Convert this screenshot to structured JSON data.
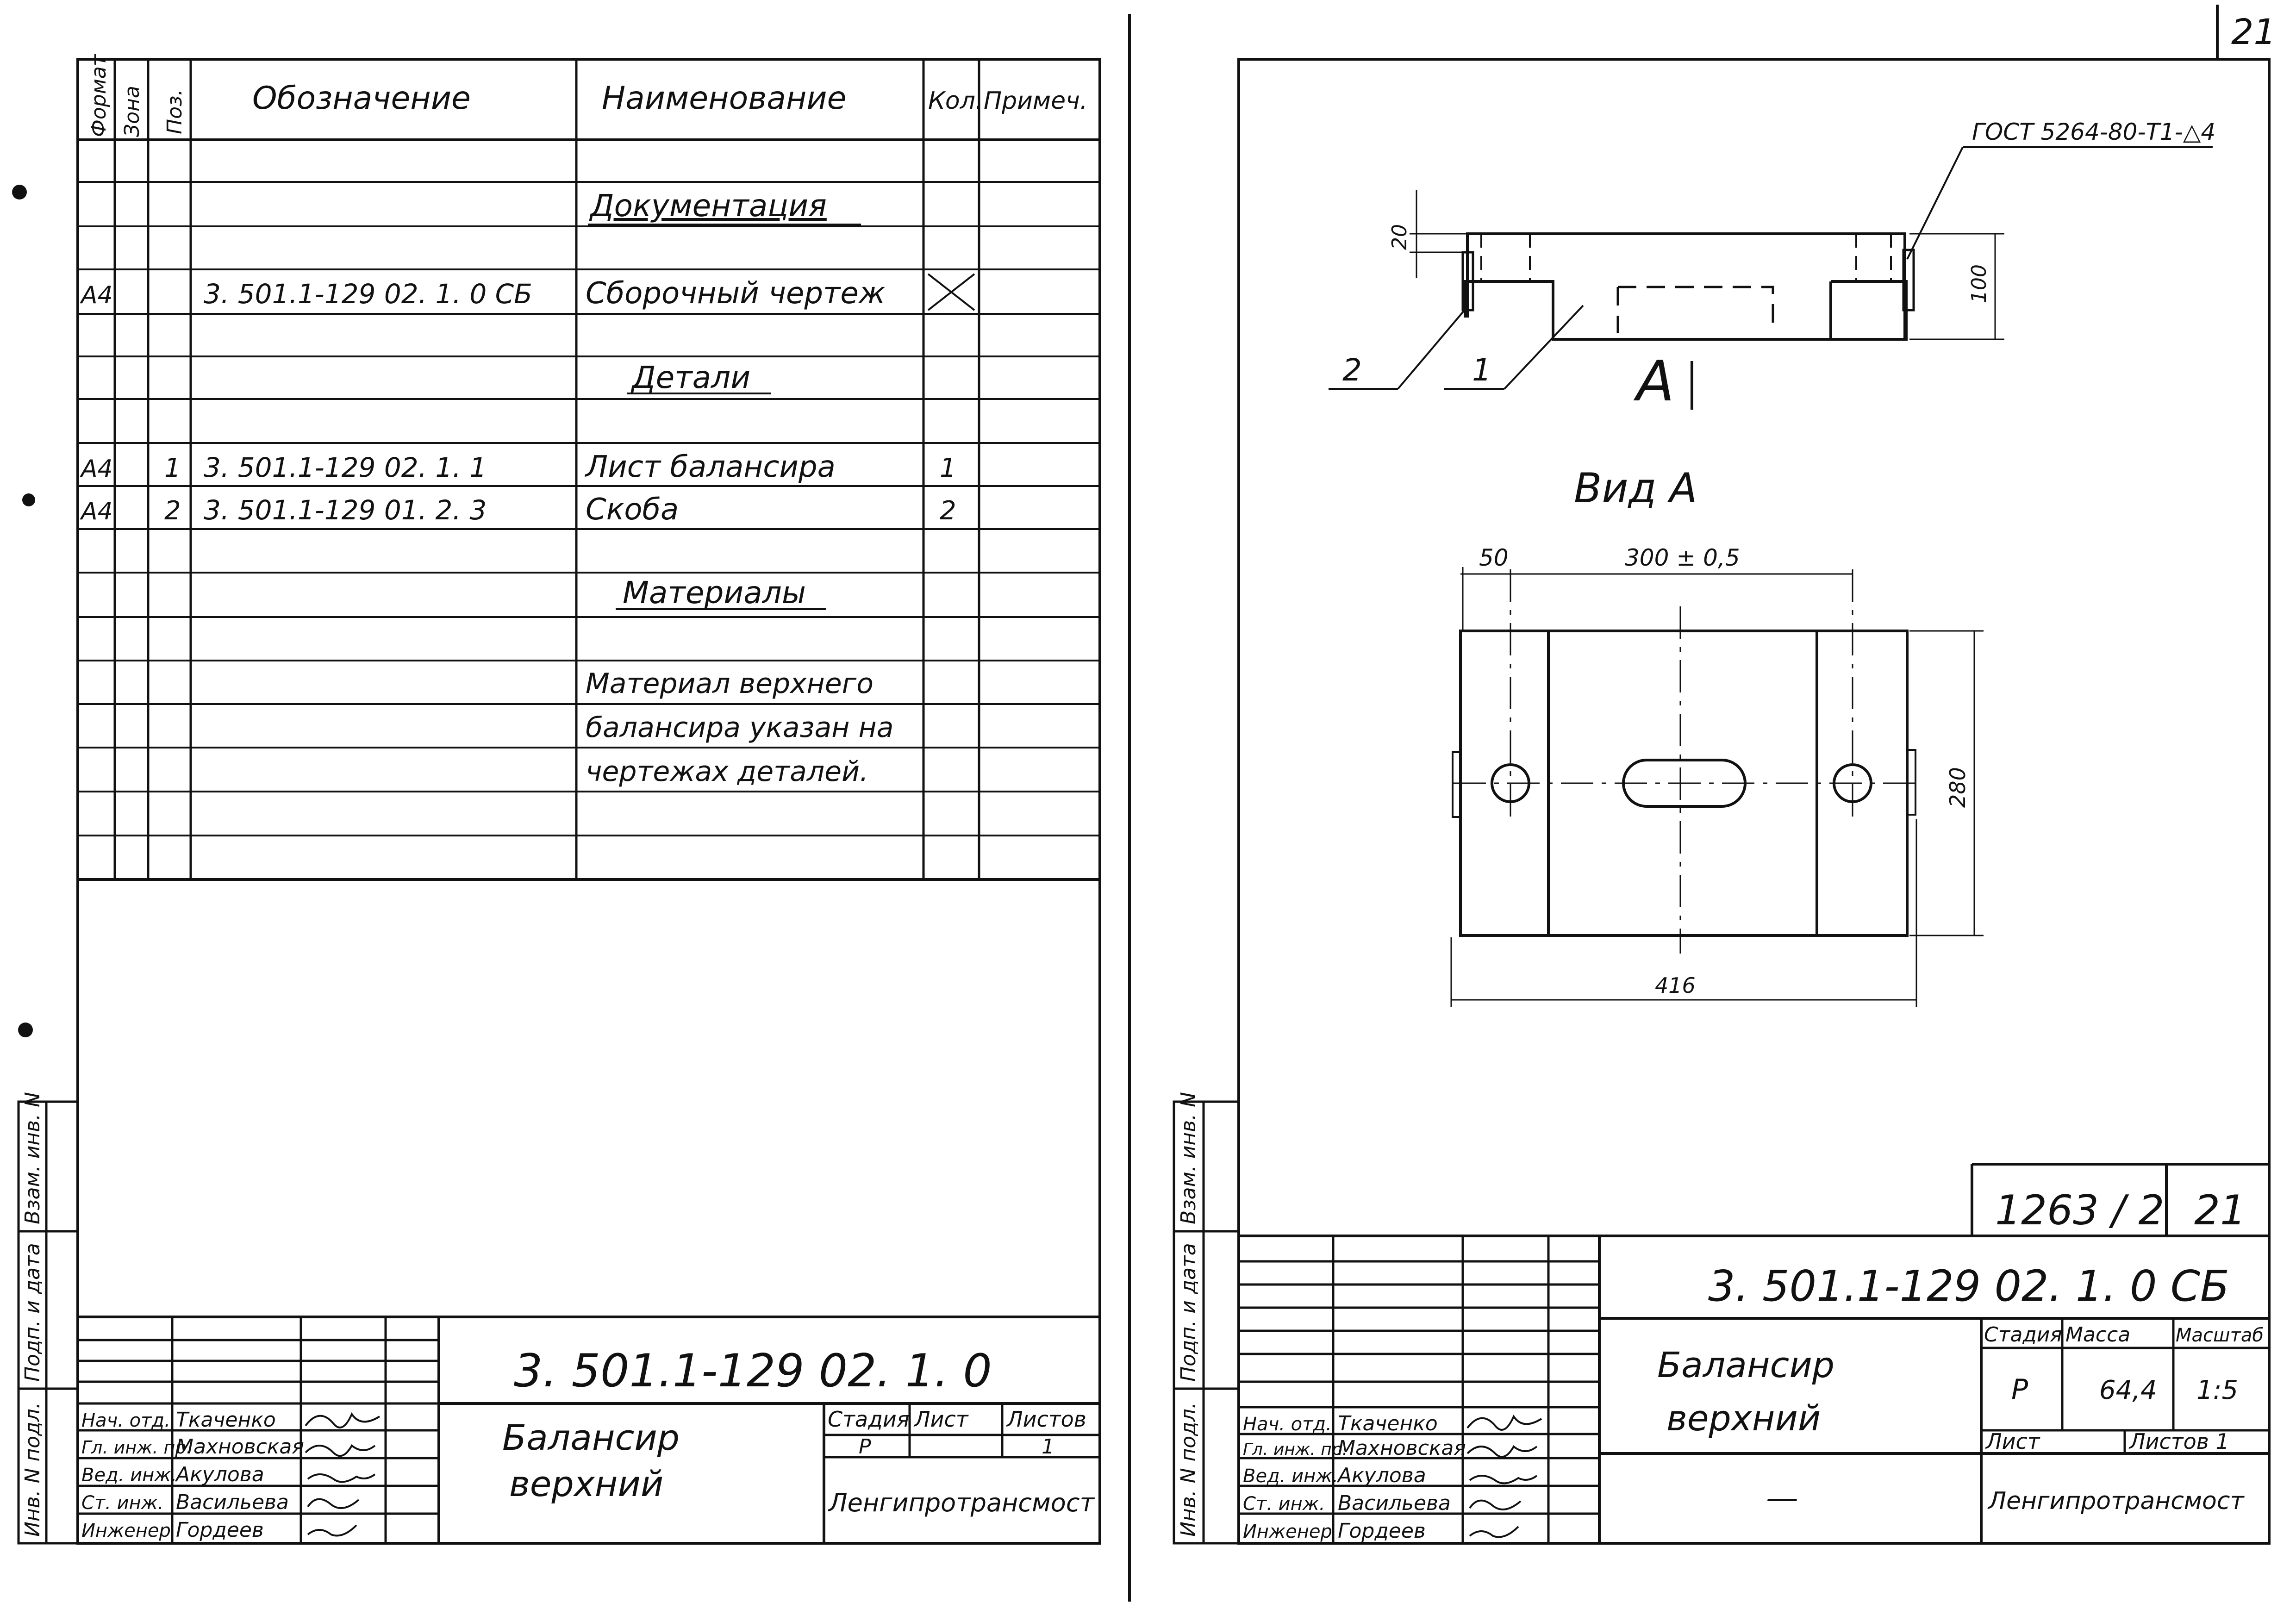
{
  "page_number": "21",
  "left_sheet": {
    "spec_headers": {
      "format": "Формат",
      "zone": "Зона",
      "pos": "Поз.",
      "designation": "Обозначение",
      "name": "Наименование",
      "qty": "Кол.",
      "note": "Примеч."
    },
    "sections": {
      "documentation": "Документация",
      "details": "Детали",
      "materials": "Материалы"
    },
    "rows": [
      {
        "format": "А4",
        "pos": "",
        "designation": "3. 501.1-129  02. 1. 0 СБ",
        "name": "Сборочный чертеж",
        "qty": ""
      },
      {
        "format": "А4",
        "pos": "1",
        "designation": "3. 501.1-129  02. 1. 1",
        "name": "Лист балансира",
        "qty": "1"
      },
      {
        "format": "А4",
        "pos": "2",
        "designation": "3. 501.1-129  01. 2. 3",
        "name": "Скоба",
        "qty": "2"
      }
    ],
    "material_note": [
      "Материал верхнего",
      "балансира указан на",
      "чертежах деталей."
    ],
    "title_block": {
      "code": "3. 501.1-129 02. 1. 0",
      "title_line1": "Балансир",
      "title_line2": "верхний",
      "stage_label": "Стадия",
      "sheet_label": "Лист",
      "sheets_label": "Листов",
      "stage_value": "Р",
      "sheets_value": "1",
      "organization": "Ленгипротрансмост"
    }
  },
  "staff": [
    {
      "role": "Нач. отд.",
      "name": "Ткаченко"
    },
    {
      "role": "Гл. инж. пр.",
      "name": "Махновская"
    },
    {
      "role": "Вед. инж.",
      "name": "Акулова"
    },
    {
      "role": "Ст. инж.",
      "name": "Васильева"
    },
    {
      "role": "Инженер",
      "name": "Гордеев"
    }
  ],
  "side_stamp": {
    "inv_orig": "Инв. N подл.",
    "sign_date": "Подп. и дата",
    "replace_inv": "Взам. инв. N"
  },
  "right_sheet": {
    "weld_symbol": "ГОСТ 5264-80-Т1-△4",
    "leader_2": "2",
    "leader_1": "1",
    "view_marker": "А",
    "view_label": "Вид   А",
    "dims": {
      "d20": "20",
      "d100": "100",
      "d50": "50",
      "d300": "300 ± 0,5",
      "d280": "280",
      "d416": "416"
    },
    "album_code": "1263 / 2",
    "album_sheet": "21",
    "title_block": {
      "code": "3. 501.1-129 02. 1. 0 СБ",
      "title_line1": "Балансир",
      "title_line2": "верхний",
      "stage_label": "Стадия",
      "mass_label": "Масса",
      "scale_label": "Масштаб",
      "stage_value": "Р",
      "mass_value": "64,4",
      "scale_value": "1:5",
      "sheet_label": "Лист",
      "sheets_label": "Листов 1",
      "dash": "—",
      "organization": "Ленгипротрансмост"
    }
  }
}
